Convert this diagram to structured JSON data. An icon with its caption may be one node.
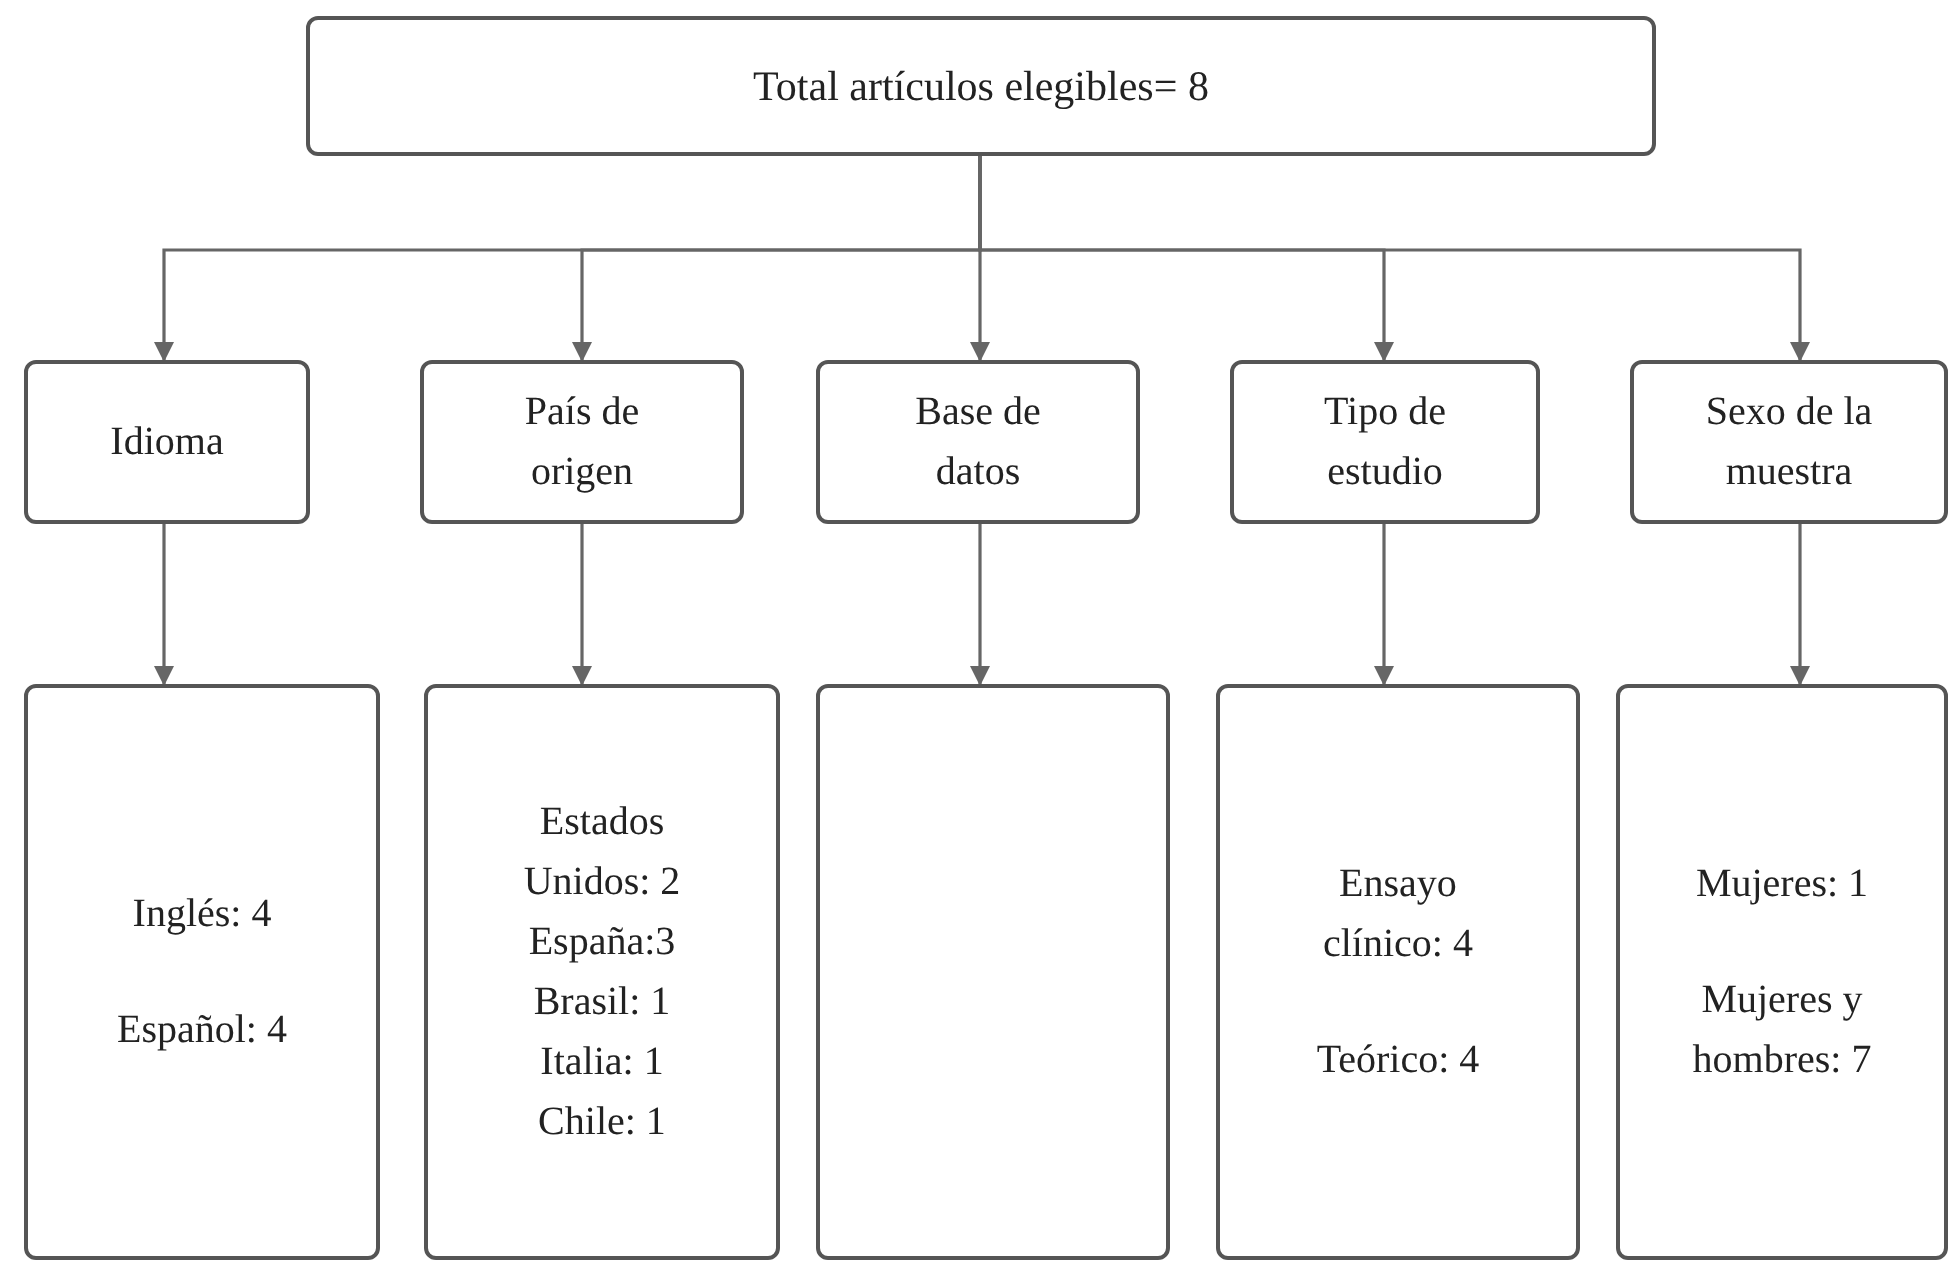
{
  "diagram": {
    "nodes": [
      {
        "text": [
          "Total artículos elegibles= 8"
        ]
      },
      {
        "text": [
          "Idioma"
        ]
      },
      {
        "text": [
          "País de origen"
        ]
      },
      {
        "text": [
          "Base de datos"
        ]
      },
      {
        "text": [
          "Tipo de estudio"
        ]
      },
      {
        "text": [
          "Sexo de la muestra"
        ]
      },
      {
        "text": [
          "Inglés: 4",
          "Español: 4"
        ]
      },
      {
        "text": [
          "Estados Unidos: 2",
          "España:3",
          "Brasil: 1",
          "Italia: 1",
          "Chile: 1"
        ]
      },
      {
        "text": [],
        "shape": "box"
      },
      {
        "text": [
          "Ensayo clínico: 4",
          "Teórico: 4"
        ]
      },
      {
        "text": [
          "Mujeres: 1",
          "Mujeres y hombres: 7"
        ]
      }
    ],
    "edges": [
      {
        "from": 0,
        "to": 1,
        "arrow": "to"
      },
      {
        "from": 0,
        "to": 2,
        "arrow": "to"
      },
      {
        "from": 0,
        "to": 3,
        "arrow": "to"
      },
      {
        "from": 0,
        "to": 4,
        "arrow": "to"
      },
      {
        "from": 0,
        "to": 5,
        "arrow": "to"
      },
      {
        "from": 1,
        "to": 6,
        "arrow": "to"
      },
      {
        "from": 2,
        "to": 7,
        "arrow": "to"
      },
      {
        "from": 3,
        "to": 8,
        "arrow": "to"
      },
      {
        "from": 4,
        "to": 9,
        "arrow": "to"
      },
      {
        "from": 5,
        "to": 10,
        "arrow": "to"
      }
    ]
  }
}
